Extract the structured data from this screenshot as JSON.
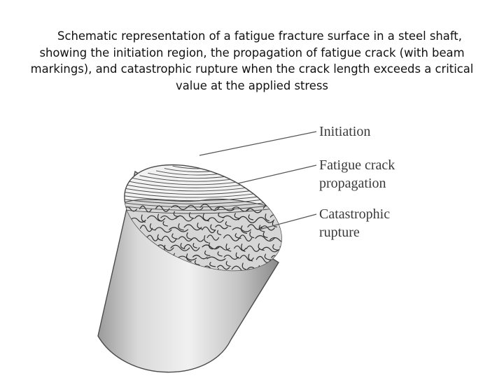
{
  "caption": {
    "lines": [
      "Schematic representation of a fatigue fracture surface in a steel shaft,",
      "showing the initiation region, the propagation of fatigue crack (with beam",
      "markings), and catastrophic rupture when the crack length exceeds a critical",
      "value at the applied stress"
    ]
  },
  "labels": {
    "initiation": "Initiation",
    "propagation": [
      "Fatigue crack",
      "propagation"
    ],
    "rupture": [
      "Catastrophic",
      "rupture"
    ]
  },
  "colors": {
    "shaft_light": "#ededed",
    "shaft_dark": "#8c8c8c",
    "outline": "#4a4a4a",
    "leader_line": "#555555",
    "label_text": "#3a3a3a"
  }
}
